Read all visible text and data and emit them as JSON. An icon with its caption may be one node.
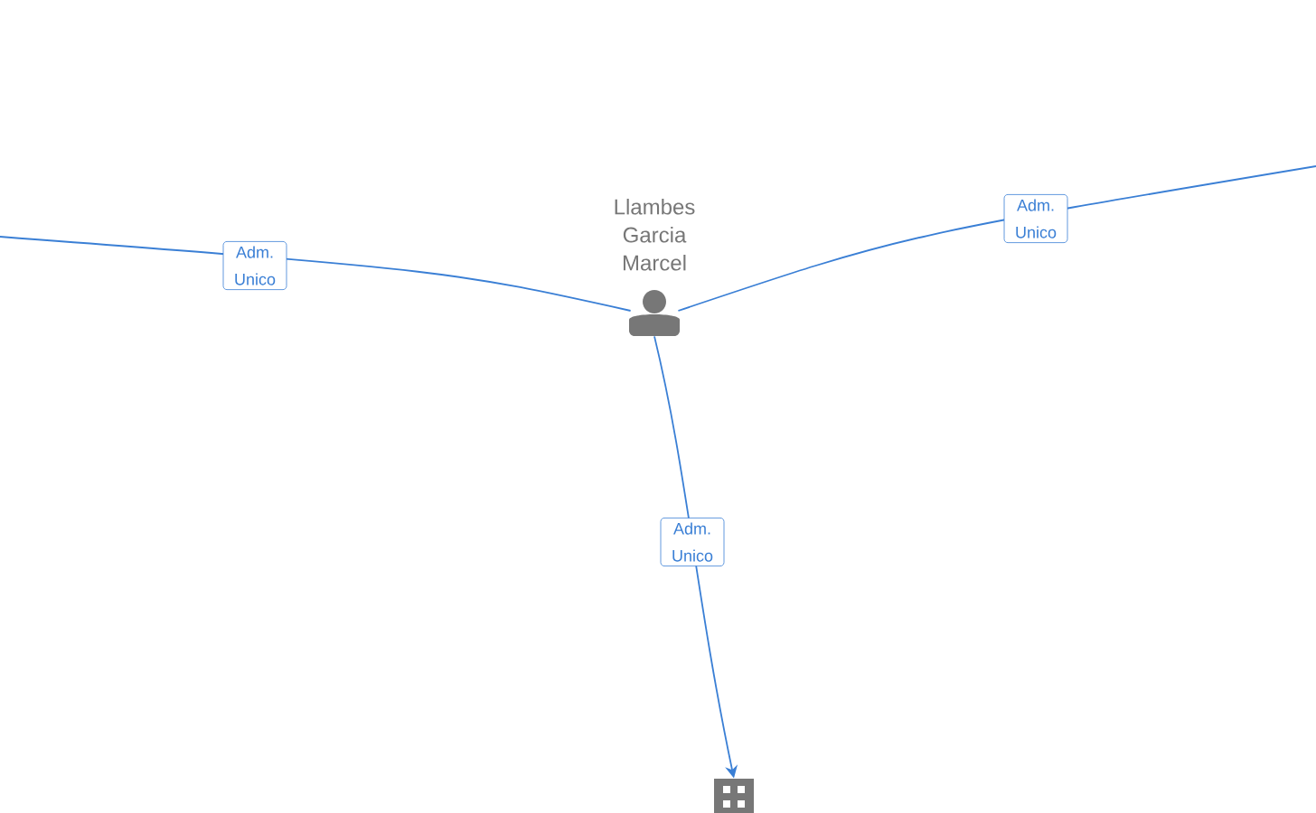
{
  "diagram": {
    "nodes": [
      {
        "text": [
          "Llambes Garcia Marcel"
        ]
      },
      {
        "text": [],
        "shape": "building"
      }
    ],
    "edges": [
      {
        "from": 0,
        "to": null,
        "arrow": "none",
        "label": "Adm. Unico"
      },
      {
        "from": 0,
        "to": null,
        "arrow": "none",
        "label": "Adm. Unico"
      },
      {
        "from": 0,
        "to": 1,
        "arrow": "to",
        "label": "Adm. Unico"
      }
    ]
  }
}
